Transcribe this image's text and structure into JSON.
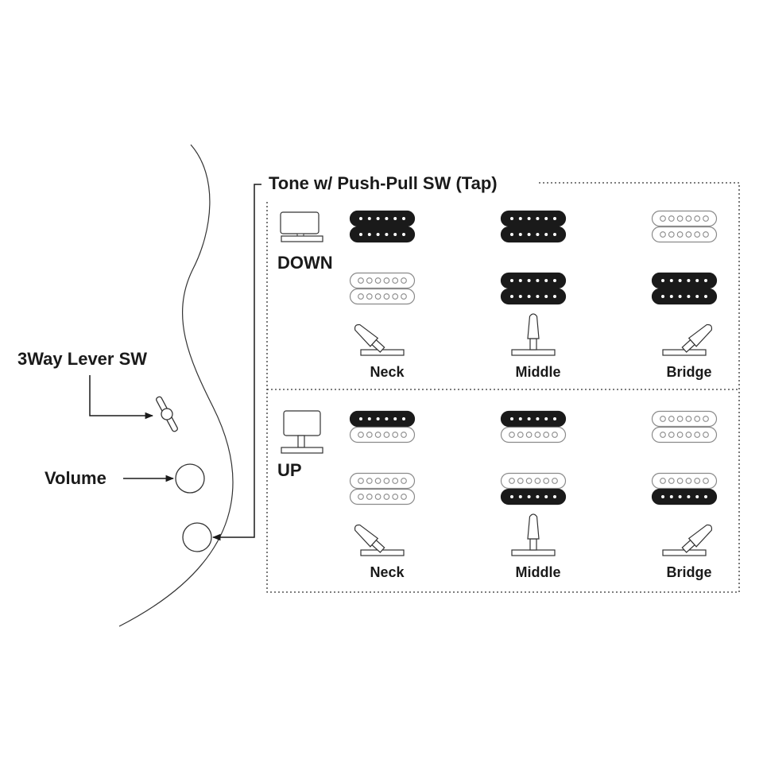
{
  "labels": {
    "lever_switch": "3Way Lever SW",
    "volume": "Volume",
    "tone_title": "Tone w/ Push-Pull SW (Tap)"
  },
  "colors": {
    "ink": "#1a1a1a",
    "coil_off_stroke": "#8a8a8a"
  },
  "modes": [
    {
      "state": "DOWN",
      "positions": [
        {
          "label": "Neck",
          "lever": "neck",
          "neck_pickup": [
            true,
            true
          ],
          "bridge_pickup": [
            false,
            false
          ]
        },
        {
          "label": "Middle",
          "lever": "middle",
          "neck_pickup": [
            true,
            true
          ],
          "bridge_pickup": [
            true,
            true
          ]
        },
        {
          "label": "Bridge",
          "lever": "bridge",
          "neck_pickup": [
            false,
            false
          ],
          "bridge_pickup": [
            true,
            true
          ]
        }
      ]
    },
    {
      "state": "UP",
      "positions": [
        {
          "label": "Neck",
          "lever": "neck",
          "neck_pickup": [
            true,
            false
          ],
          "bridge_pickup": [
            false,
            false
          ]
        },
        {
          "label": "Middle",
          "lever": "middle",
          "neck_pickup": [
            true,
            false
          ],
          "bridge_pickup": [
            false,
            true
          ]
        },
        {
          "label": "Bridge",
          "lever": "bridge",
          "neck_pickup": [
            false,
            false
          ],
          "bridge_pickup": [
            false,
            true
          ]
        }
      ]
    }
  ]
}
